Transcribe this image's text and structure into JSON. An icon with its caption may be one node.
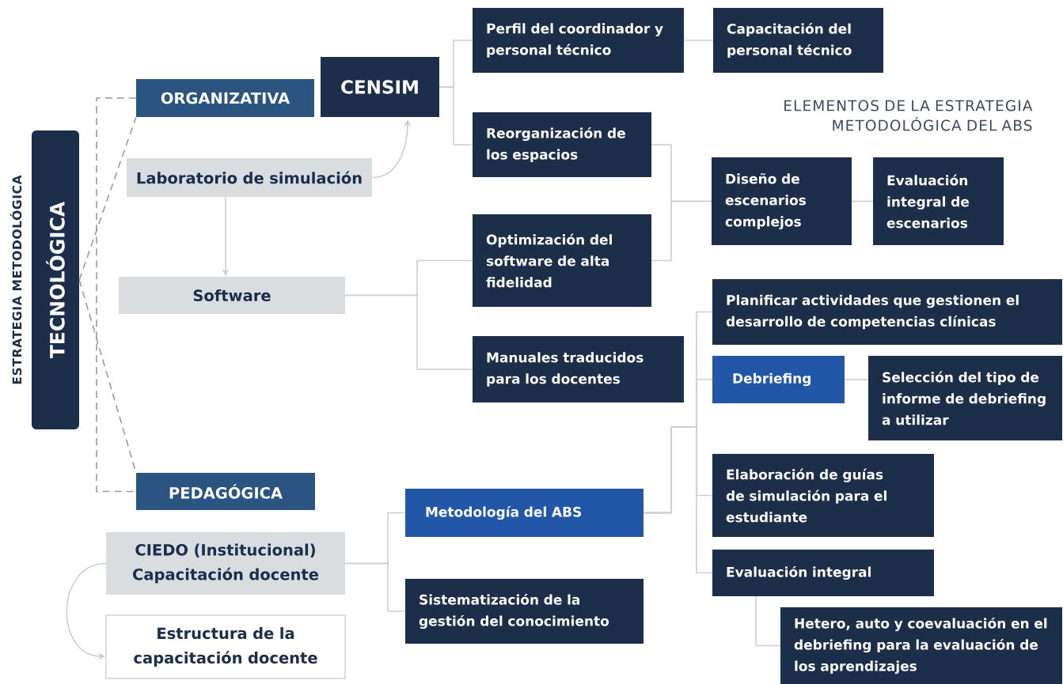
{
  "diagram": {
    "title": "ELEMENTOS DE LA ESTRATEGIA METODOLÓGICA DEL ABS",
    "nodes": [
      {
        "text": [
          "TECNOLÓGICA"
        ],
        "beside": [
          "ESTRATEGIA METODOLÓGICA"
        ]
      },
      {
        "text": [
          "ORGANIZATIVA"
        ]
      },
      {
        "text": [
          "CENSIM"
        ]
      },
      {
        "text": [
          "Laboratorio de simulación"
        ]
      },
      {
        "text": [
          "Software"
        ]
      },
      {
        "text": [
          "PEDAGÓGICA"
        ]
      },
      {
        "text": [
          "CIEDO (Institucional) Capacitación docente"
        ]
      },
      {
        "text": [
          "Estructura de la capacitación docente"
        ]
      },
      {
        "text": [
          "Perfil del coordinador y personal técnico"
        ]
      },
      {
        "text": [
          "Capacitación del personal técnico"
        ]
      },
      {
        "text": [
          "Reorganización de los espacios"
        ]
      },
      {
        "text": [
          "Optimización del software de alta fidelidad"
        ]
      },
      {
        "text": [
          "Manuales traducidos para los docentes"
        ]
      },
      {
        "text": [
          "Diseño de escenarios complejos"
        ]
      },
      {
        "text": [
          "Evaluación integral de escenarios"
        ]
      },
      {
        "text": [
          "Planificar actividades que gestionen el desarrollo de competencias clínicas"
        ]
      },
      {
        "text": [
          "Debriefing"
        ]
      },
      {
        "text": [
          "Selección del tipo de informe de debriefing a utilizar"
        ]
      },
      {
        "text": [
          "Metodología del ABS"
        ]
      },
      {
        "text": [
          "Sistematización de la gestión del conocimiento"
        ]
      },
      {
        "text": [
          "Elaboración de guías de simulación para el estudiante"
        ]
      },
      {
        "text": [
          "Evaluación integral"
        ]
      },
      {
        "text": [
          "Hetero, auto y coevaluación en el debriefing para la evaluación de los aprendizajes"
        ]
      }
    ],
    "edges": [
      {
        "from": 0,
        "to": 1,
        "arrow": "none",
        "style": "dashed",
        "color": "#9a9a9a"
      },
      {
        "from": 0,
        "to": 5,
        "arrow": "none",
        "style": "dashed",
        "color": "#9a9a9a"
      },
      {
        "from": 1,
        "to": 5,
        "arrow": "none",
        "style": "dashed",
        "color": "#9a9a9a"
      },
      {
        "from": 3,
        "to": 2,
        "arrow": "to"
      },
      {
        "from": 3,
        "to": 4,
        "arrow": "to"
      },
      {
        "from": 6,
        "to": 7,
        "arrow": "to"
      },
      {
        "from": 2,
        "to": 8,
        "arrow": "none"
      },
      {
        "from": 2,
        "to": 10,
        "arrow": "none"
      },
      {
        "from": 8,
        "to": 9,
        "arrow": "none"
      },
      {
        "from": 10,
        "to": 13,
        "arrow": "none"
      },
      {
        "from": 11,
        "to": 13,
        "arrow": "none"
      },
      {
        "from": 13,
        "to": 14,
        "arrow": "none"
      },
      {
        "from": 4,
        "to": 11,
        "arrow": "none"
      },
      {
        "from": 4,
        "to": 12,
        "arrow": "none"
      },
      {
        "from": 18,
        "to": 15,
        "arrow": "none"
      },
      {
        "from": 18,
        "to": 16,
        "arrow": "none"
      },
      {
        "from": 18,
        "to": 20,
        "arrow": "none"
      },
      {
        "from": 18,
        "to": 21,
        "arrow": "none"
      },
      {
        "from": 16,
        "to": 17,
        "arrow": "none"
      },
      {
        "from": 21,
        "to": 22,
        "arrow": "none"
      },
      {
        "from": 6,
        "to": 18,
        "arrow": "none"
      },
      {
        "from": 6,
        "to": 19,
        "arrow": "none"
      }
    ]
  }
}
